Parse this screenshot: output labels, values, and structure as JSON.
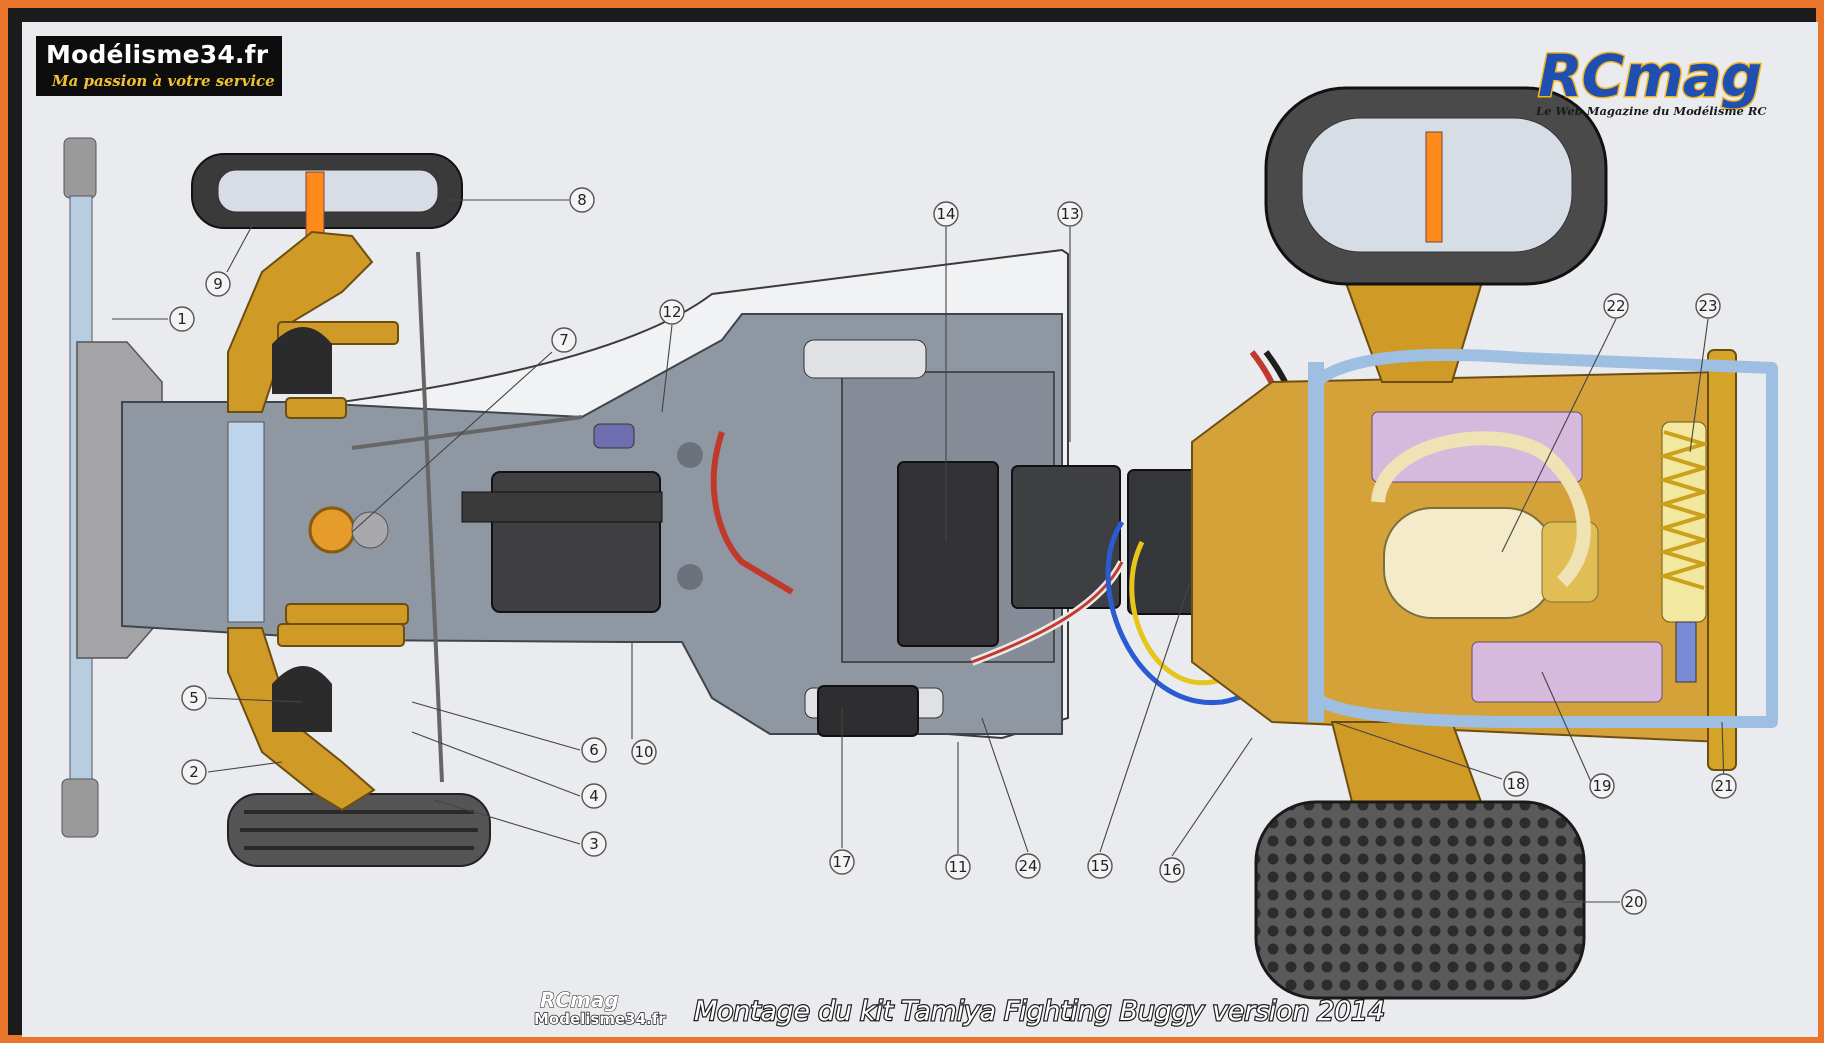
{
  "logos": {
    "site_name": "Modélisme34.fr",
    "site_slogan": "Ma passion à votre service",
    "mag_name": "RCmag",
    "mag_tagline": "Le Web Magazine du Modélisme RC"
  },
  "caption": {
    "mini_mag": "RCmag",
    "mini_site": "Modelisme34.fr",
    "text": "Montage du kit Tamiya Fighting Buggy version 2014"
  },
  "callouts": [
    "1",
    "2",
    "3",
    "4",
    "5",
    "6",
    "7",
    "8",
    "9",
    "10",
    "11",
    "12",
    "13",
    "14",
    "15",
    "16",
    "17",
    "18",
    "19",
    "20",
    "21",
    "22",
    "23",
    "24"
  ],
  "colors": {
    "frame": "#e9762a",
    "background": "#eaebee",
    "chassis": "#8f97a2",
    "gold_parts": "#d09a26",
    "tire": "#4a4a4a",
    "roll_cage": "#a9c6e6",
    "motor": "#f3ebc9",
    "purple_parts": "#d6b9dd"
  }
}
